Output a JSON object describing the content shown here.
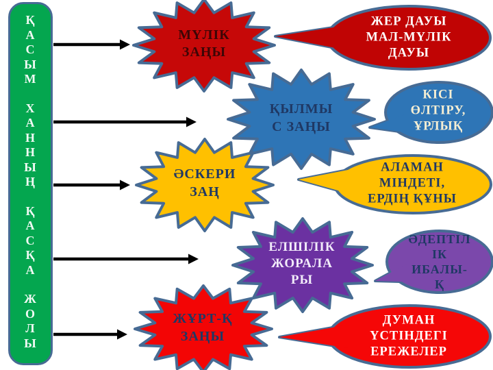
{
  "slide_title": "ҚАСЫМ ХАННЫҢ ҚАСҚА ЖОЛЫ",
  "sidebar": {
    "words": [
      "ҚАСЫМ",
      "ХАННЫҢ",
      "ҚАСҚА",
      "ЖОЛЫ"
    ],
    "fill": "#04A64F",
    "text_color": "#F1FAF4"
  },
  "colors": {
    "outline": "#476B94",
    "arrow": "#000000",
    "background": "#FFFFFF"
  },
  "shapes": [
    {
      "id": "burst-1",
      "kind": "burst",
      "name": "mulik-zany-burst",
      "lines": [
        "МҮЛІК",
        "ЗАҢЫ"
      ],
      "fill": "#C60808",
      "text_color": "#3D0606"
    },
    {
      "id": "callout-1",
      "kind": "callout",
      "name": "zher-dauy-callout",
      "lines": [
        "ЖЕР ДАУЫ",
        "МАЛ-МҮЛІК",
        "ДАУЫ"
      ],
      "fill": "#C00404",
      "text_color": "#FFFFFF"
    },
    {
      "id": "burst-2",
      "kind": "burst",
      "name": "qylmys-zany-burst",
      "lines": [
        "ҚЫЛМЫ",
        "С ЗАҢЫ"
      ],
      "fill": "#2E75B6",
      "text_color": "#1F3864"
    },
    {
      "id": "callout-2",
      "kind": "callout",
      "name": "kisi-oltiru-callout",
      "lines": [
        "КІСІ",
        "ӨЛТІРУ,",
        "ҰРЛЫҚ"
      ],
      "fill": "#2E75B6",
      "text_color": "#F6EFD4"
    },
    {
      "id": "burst-3",
      "kind": "burst",
      "name": "askeri-zan-burst",
      "lines": [
        "ӘСКЕРИ",
        "ЗАҢ"
      ],
      "fill": "#FFC000",
      "text_color": "#1F3864"
    },
    {
      "id": "callout-3",
      "kind": "callout",
      "name": "alaman-mindeti-callout",
      "lines": [
        "АЛАМАН",
        "МІНДЕТІ,",
        "ЕРДІҢ ҚҰНЫ"
      ],
      "fill": "#FFC000",
      "text_color": "#1F3864"
    },
    {
      "id": "burst-4",
      "kind": "burst",
      "name": "elshilik-zhoralary-burst",
      "lines": [
        "ЕЛШІЛІК",
        "ЖОРАЛА",
        "РЫ"
      ],
      "fill": "#6B31A1",
      "text_color": "#F2EBFA"
    },
    {
      "id": "callout-4",
      "kind": "callout",
      "name": "adeptilik-callout",
      "lines": [
        "ӘДЕПТІЛ",
        "ІК",
        "ИБАЛЫ-",
        "Қ"
      ],
      "fill": "#7B48AB",
      "text_color": "#1F3864"
    },
    {
      "id": "burst-5",
      "kind": "burst",
      "name": "zhurt-zany-burst",
      "lines": [
        "ЖҰРТ-Қ",
        "ЗАҢЫ"
      ],
      "fill": "#F30505",
      "text_color": "#1F3864"
    },
    {
      "id": "callout-5",
      "kind": "callout",
      "name": "duman-erezheler-callout",
      "lines": [
        "ДУМАН",
        "ҮСТІНДЕГІ",
        "ЕРЕЖЕЛЕР"
      ],
      "fill": "#F50707",
      "text_color": "#FFFFFF"
    }
  ]
}
